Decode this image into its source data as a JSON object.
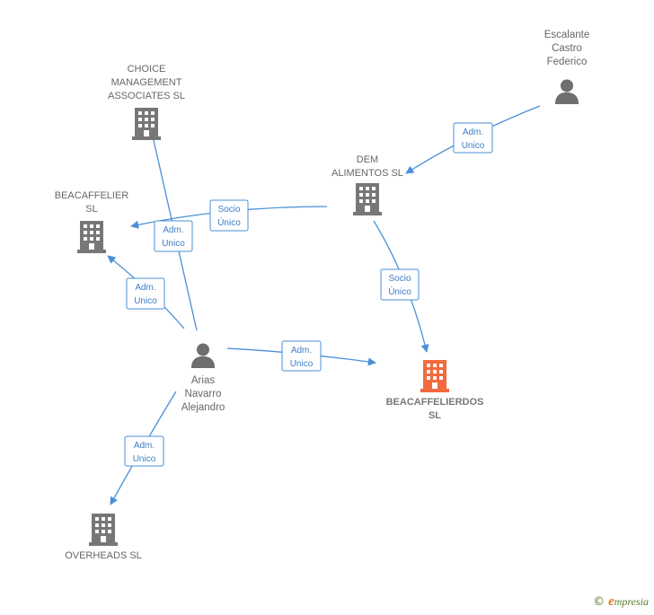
{
  "nodes": {
    "choice": {
      "label": [
        "CHOICE",
        "MANAGEMENT",
        "ASSOCIATES SL"
      ],
      "type": "company",
      "icon": "building-icon"
    },
    "escalante": {
      "label": [
        "Escalante",
        "Castro",
        "Federico"
      ],
      "type": "person",
      "icon": "person-icon"
    },
    "dem": {
      "label": [
        "DEM",
        "ALIMENTOS  SL"
      ],
      "type": "company",
      "icon": "building-icon"
    },
    "beacaffelier": {
      "label": [
        "BEACAFFELIER",
        "SL"
      ],
      "type": "company",
      "icon": "building-icon"
    },
    "arias": {
      "label": [
        "Arias",
        "Navarro",
        "Alejandro"
      ],
      "type": "person",
      "icon": "person-icon"
    },
    "beacaffelierdos": {
      "label": [
        "BEACAFFELIERDOS",
        "SL"
      ],
      "type": "company",
      "focus": true,
      "icon": "building-icon"
    },
    "overheads": {
      "label": [
        "OVERHEADS SL"
      ],
      "type": "company",
      "icon": "building-icon"
    }
  },
  "edges": [
    {
      "from": "escalante",
      "to": "dem",
      "label": [
        "Adm.",
        "Unico"
      ]
    },
    {
      "from": "dem",
      "to": "beacaffelier",
      "label": [
        "Socio",
        "Único"
      ]
    },
    {
      "from": "dem",
      "to": "beacaffelierdos",
      "label": [
        "Socio",
        "Único"
      ]
    },
    {
      "from": "arias",
      "to": "choice",
      "label": [
        "Adm.",
        "Unico"
      ]
    },
    {
      "from": "arias",
      "to": "beacaffelier",
      "label": [
        "Adm.",
        "Unico"
      ]
    },
    {
      "from": "arias",
      "to": "beacaffelierdos",
      "label": [
        "Adm.",
        "Unico"
      ]
    },
    {
      "from": "arias",
      "to": "overheads",
      "label": [
        "Adm.",
        "Unico"
      ]
    }
  ],
  "colors": {
    "edge": "#4a8fd6",
    "company": "#777777",
    "focus_company": "#f26a3d",
    "person": "#6e6e6e"
  },
  "footer": {
    "copyright": "©",
    "brand_initial": "e",
    "brand_rest": "mpresia"
  }
}
